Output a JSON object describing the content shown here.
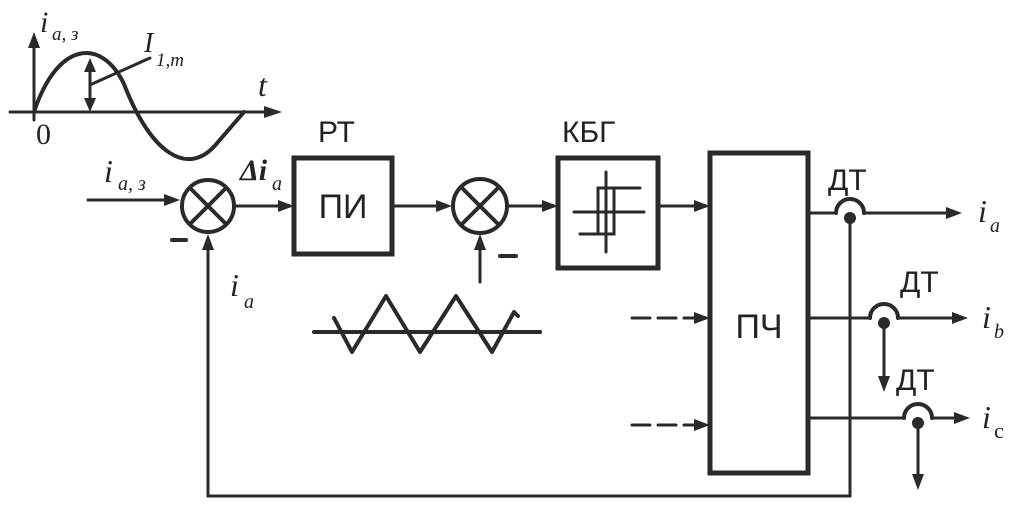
{
  "labels": {
    "graph_ylabel": "i",
    "graph_ylabel_sub": "a, з",
    "amplitude": "I",
    "amplitude_sub": "1,m",
    "time_axis": "t",
    "origin": "0",
    "input": "i",
    "input_sub": "a, з",
    "error": "Δi",
    "error_sub": "a",
    "feedback": "i",
    "feedback_sub": "a",
    "minus": "−"
  },
  "blocks": {
    "regulator_title": "РТ",
    "regulator": "ПИ",
    "comparator_title": "КБГ",
    "converter": "ПЧ"
  },
  "sensors": [
    "ДТ",
    "ДТ",
    "ДТ"
  ],
  "outputs": [
    {
      "sym": "i",
      "sub": "a"
    },
    {
      "sym": "i",
      "sub": "b"
    },
    {
      "sym": "i",
      "sub": "c"
    }
  ]
}
